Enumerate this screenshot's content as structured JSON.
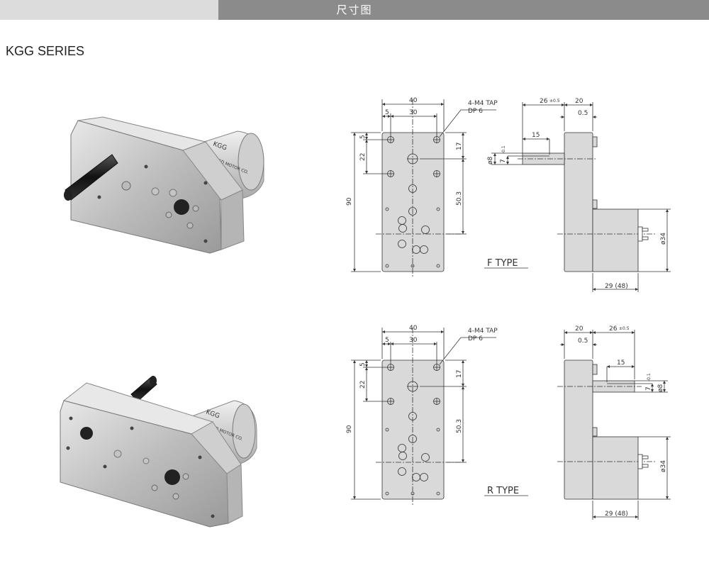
{
  "header": {
    "title": "尺寸图"
  },
  "series": {
    "label": "KGG  SERIES"
  },
  "photo_text": {
    "brand": "KGG",
    "motor": "GEARED MOTOR CO."
  },
  "drawing_f": {
    "type_label": "F TYPE",
    "tap_label": "4-M4 TAP",
    "dp_label": "DP 6",
    "w40": "40",
    "w5": "5",
    "w30": "30",
    "h5": "5",
    "h22": "22",
    "h90": "90",
    "h17": "17",
    "h50_3": "50.3",
    "s26": "26",
    "s26_tol": "±0.5",
    "s20": "20",
    "s05": "0.5",
    "s15": "15",
    "sphi8": "ø8",
    "s7": "7",
    "stol": "-0.1",
    "sphi34": "ø34",
    "s29": "29 (48)"
  },
  "drawing_r": {
    "type_label": "R TYPE",
    "tap_label": "4-M4 TAP",
    "dp_label": "DP 6",
    "w40": "40",
    "w5": "5",
    "w30": "30",
    "h5": "5",
    "h22": "22",
    "h90": "90",
    "h17": "17",
    "h50_3": "50.3",
    "s20": "20",
    "s26": "26",
    "s26_tol": "±0.5",
    "s05": "0.5",
    "s15": "15",
    "stol": "-0.1",
    "s7": "7",
    "sphi8": "ø8",
    "sphi34": "ø34",
    "s29": "29 (48)"
  },
  "colors": {
    "header_dark": "#8b8b8b",
    "header_light": "#dcdcdc",
    "body": "#d9d9d9"
  }
}
